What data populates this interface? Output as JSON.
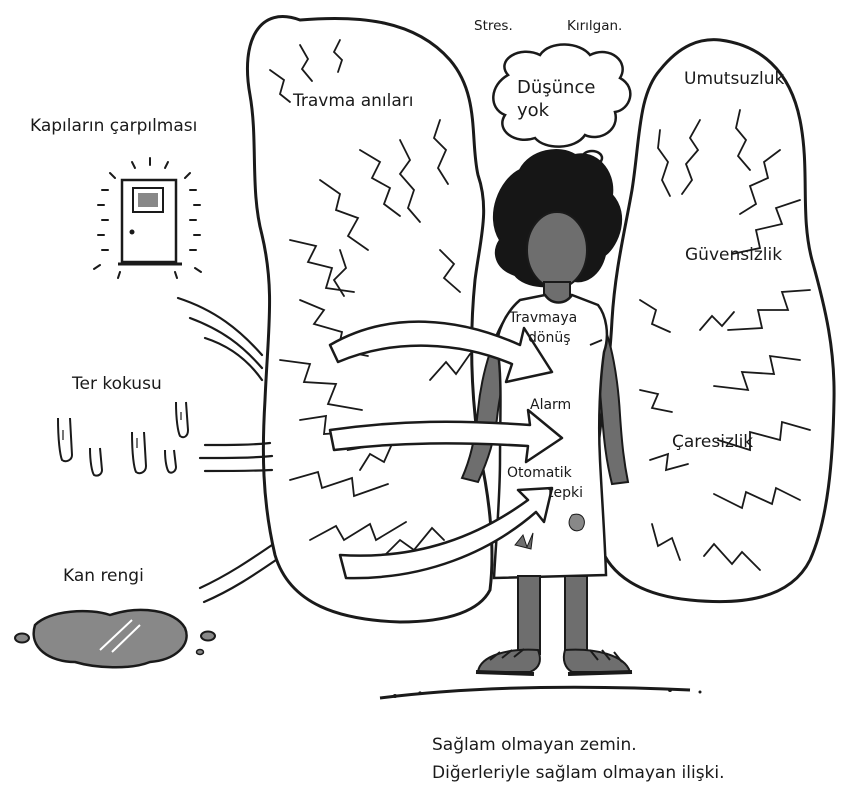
{
  "labels": {
    "kapilar": "Kapıların çarpılması",
    "ter": "Ter kokusu",
    "kan": "Kan rengi",
    "travma_anilari": "Travma anıları",
    "stres": "Stres.",
    "kirilgan": "Kırılgan.",
    "dusunce_yok": "Düşünce yok",
    "umutsuzluk": "Umutsuzluk",
    "guvensizlik": "Güvensizlik",
    "caresizlik": "Çaresizlik",
    "travmaya_donus_1": "Travmaya",
    "travmaya_donus_2": "dönüş",
    "alarm": "Alarm",
    "otomatik": "Otomatik",
    "tepki": "tepki"
  },
  "caption": {
    "line1": "Sağlam olmayan zemin.",
    "line2": "Diğerleriyle sağlam olmayan ilişki."
  },
  "colors": {
    "ink": "#1a1a1a",
    "skin": "#6e6e6e",
    "hair": "#161616",
    "dress": "#ffffff",
    "puddle": "#888888",
    "door": "#ffffff"
  },
  "icons": [
    "door-icon",
    "sweat-drops-icon",
    "blood-puddle-icon",
    "thought-bubble-icon",
    "person-figure",
    "wings-shape"
  ]
}
